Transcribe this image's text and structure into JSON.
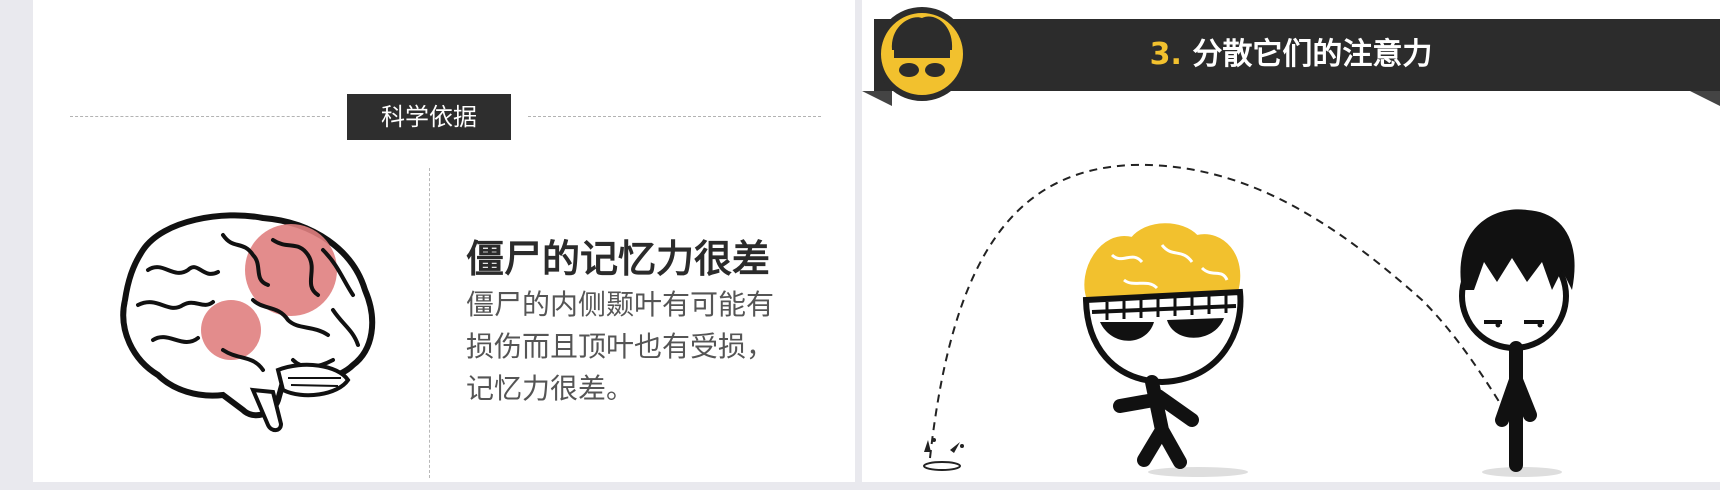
{
  "left_slide": {
    "tag_label": "科学依据",
    "heading": "僵尸的记忆力很差",
    "body": "僵尸的内侧颞叶有可能有损伤而且顶叶也有受损，记忆力很差。"
  },
  "right_slide": {
    "title_number": "3.",
    "title_text": "分散它们的注意力"
  },
  "colors": {
    "accent_yellow": "#f2c12e",
    "dark": "#2c2c2c",
    "brain_highlight": "#e07f80"
  }
}
